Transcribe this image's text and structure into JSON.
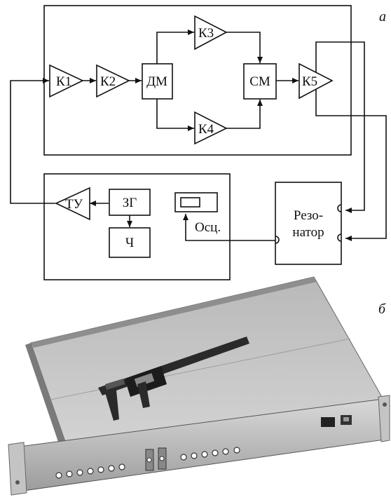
{
  "panel_a": {
    "label": "а",
    "blocks": {
      "k1": "К1",
      "k2": "К2",
      "dm": "ДМ",
      "k3": "К3",
      "k4": "К4",
      "cm": "СМ",
      "k5": "К5",
      "tu": "ТУ",
      "zg": "ЗГ",
      "ch": "Ч",
      "osc": "Осц.",
      "resonator_line1": "Резо-",
      "resonator_line2": "натор"
    }
  },
  "panel_b": {
    "label": "б"
  }
}
